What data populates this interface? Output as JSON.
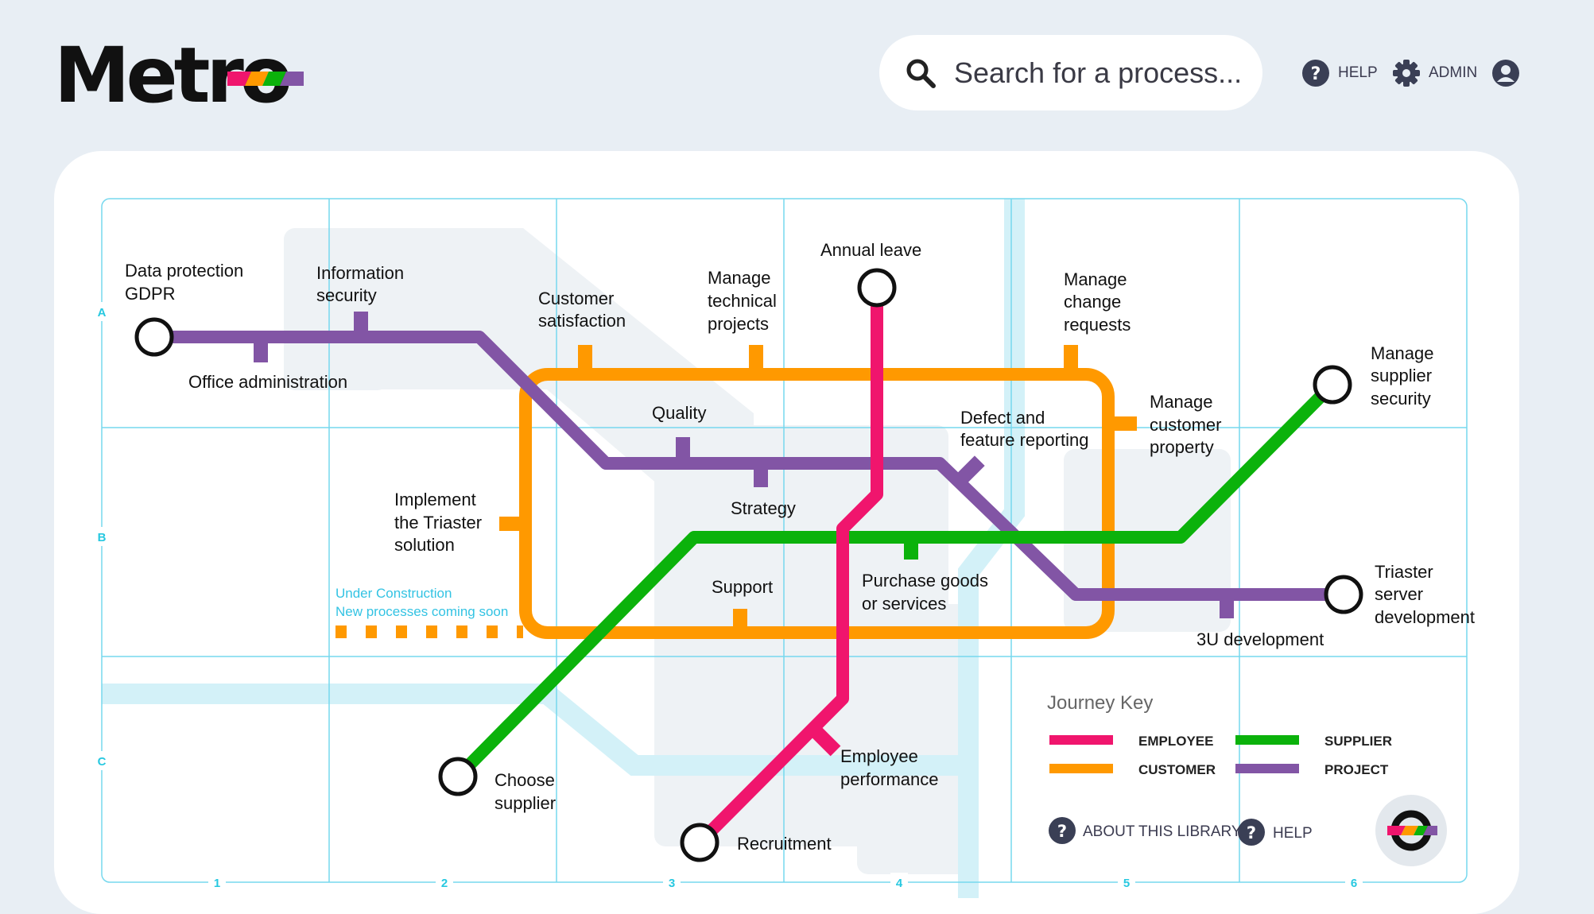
{
  "header": {
    "logo_text": "Metro",
    "search_placeholder": "Search for a process...",
    "help_label": "HELP",
    "admin_label": "ADMIN"
  },
  "map": {
    "grid_rows": [
      "A",
      "B",
      "C"
    ],
    "grid_cols": [
      "1",
      "2",
      "3",
      "4",
      "5",
      "6"
    ],
    "stations": {
      "data_protection": [
        "Data protection",
        "GDPR"
      ],
      "information_security": [
        "Information",
        "security"
      ],
      "office_administration": [
        "Office administration"
      ],
      "customer_satisfaction": [
        "Customer",
        "satisfaction"
      ],
      "manage_technical_projects": [
        "Manage",
        "technical",
        "projects"
      ],
      "annual_leave": [
        "Annual leave"
      ],
      "manage_change_requests": [
        "Manage",
        "change",
        "requests"
      ],
      "manage_supplier_security": [
        "Manage",
        "supplier",
        "security"
      ],
      "quality": [
        "Quality"
      ],
      "defect_feature": [
        "Defect and",
        "feature reporting"
      ],
      "manage_customer_property": [
        "Manage",
        "customer",
        "property"
      ],
      "implement_triaster": [
        "Implement",
        "the Triaster",
        "solution"
      ],
      "strategy": [
        "Strategy"
      ],
      "support": [
        "Support"
      ],
      "purchase_goods": [
        "Purchase goods",
        "or services"
      ],
      "triaster_server": [
        "Triaster",
        "server",
        "development"
      ],
      "development_3u": [
        "3U development"
      ],
      "choose_supplier": [
        "Choose",
        "supplier"
      ],
      "employee_performance": [
        "Employee",
        "performance"
      ],
      "recruitment": [
        "Recruitment"
      ]
    },
    "under_construction": [
      "Under Construction",
      "New processes coming soon"
    ]
  },
  "key": {
    "title": "Journey Key",
    "lines": [
      {
        "label": "EMPLOYEE",
        "color": "#f0156d"
      },
      {
        "label": "CUSTOMER",
        "color": "#ff9900"
      },
      {
        "label": "SUPPLIER",
        "color": "#0bb20b"
      },
      {
        "label": "PROJECT",
        "color": "#8255a5"
      }
    ]
  },
  "footer": {
    "about_label": "ABOUT THIS LIBRARY",
    "help_label": "HELP"
  },
  "icons": {
    "search": "search-icon",
    "help": "help-icon",
    "admin": "gear-icon",
    "user": "user-icon",
    "home": "home-icon"
  }
}
